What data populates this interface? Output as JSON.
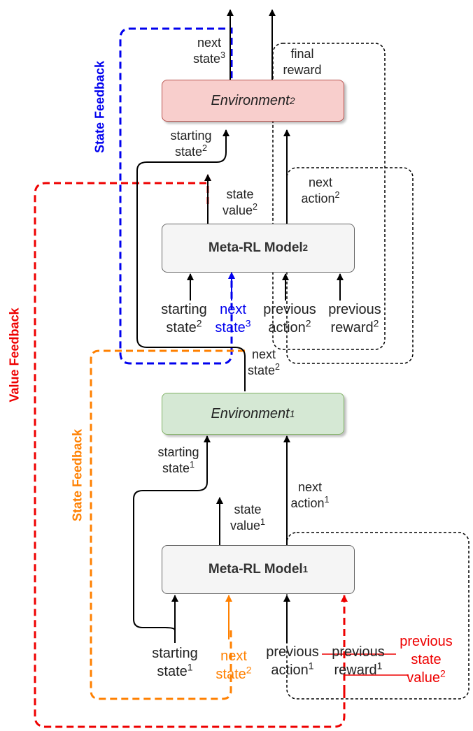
{
  "environment2": {
    "name": "Environment",
    "sup": "2"
  },
  "environment1": {
    "name": "Environment",
    "sup": "1"
  },
  "model2": {
    "name": "Meta-RL Model",
    "sup": "2"
  },
  "model1": {
    "name": "Meta-RL Model",
    "sup": "1"
  },
  "labels": {
    "next_state3_top": {
      "l1": "next",
      "l2": "state",
      "sup": "3"
    },
    "final_reward": {
      "l1": "final",
      "l2": "reward"
    },
    "starting_state2_env": {
      "l1": "starting",
      "l2": "state",
      "sup": "2"
    },
    "state_value2": {
      "l1": "state",
      "l2": "value",
      "sup": "2"
    },
    "next_action2": {
      "l1": "next",
      "l2": "action",
      "sup": "2"
    },
    "in2_starting_state": {
      "l1": "starting",
      "l2": "state",
      "sup": "2"
    },
    "in2_next_state": {
      "l1": "next",
      "l2": "state",
      "sup": "3"
    },
    "in2_previous_action": {
      "l1": "previous",
      "l2": "action",
      "sup": "2"
    },
    "in2_previous_reward": {
      "l1": "previous",
      "l2": "reward",
      "sup": "2"
    },
    "next_state2_mid": {
      "l1": "next",
      "l2": "state",
      "sup": "2"
    },
    "starting_state1_env": {
      "l1": "starting",
      "l2": "state",
      "sup": "1"
    },
    "next_action1": {
      "l1": "next",
      "l2": "action",
      "sup": "1"
    },
    "state_value1": {
      "l1": "state",
      "l2": "value",
      "sup": "1"
    },
    "in1_starting_state": {
      "l1": "starting",
      "l2": "state",
      "sup": "1"
    },
    "in1_next_state": {
      "l1": "next",
      "l2": "state",
      "sup": "2"
    },
    "in1_previous_action": {
      "l1": "previous",
      "l2": "action",
      "sup": "1"
    },
    "in1_previous_reward": {
      "l1": "previous",
      "l2": "reward",
      "sup": "1"
    },
    "previous_state_value2": {
      "l1": "previous",
      "l2": "state",
      "l3": "value",
      "sup": "2"
    }
  },
  "feedback_titles": {
    "state_feedback_blue": "State Feedback",
    "value_feedback_red": "Value Feedback",
    "state_feedback_orange": "State Feedback"
  },
  "colors": {
    "state_feedback_blue": "#0000ee",
    "value_feedback_red": "#ee0000",
    "state_feedback_orange": "#ff8000",
    "environment2_fill": "#f8cecc",
    "environment1_fill": "#d5e8d4",
    "model_fill": "#f5f5f5"
  }
}
